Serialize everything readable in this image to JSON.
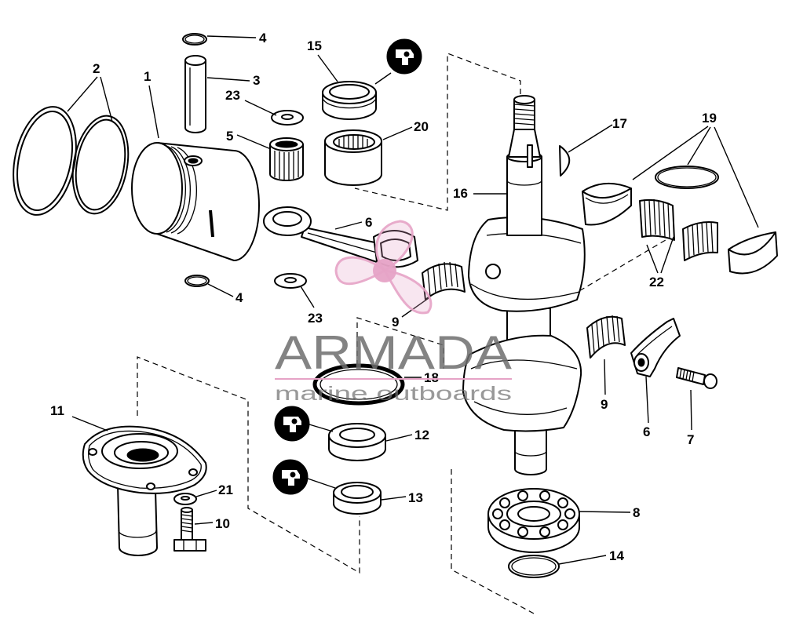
{
  "diagram": {
    "callouts": [
      "1",
      "2",
      "3",
      "4",
      "4",
      "5",
      "6",
      "6",
      "7",
      "8",
      "9",
      "9",
      "10",
      "11",
      "12",
      "13",
      "14",
      "15",
      "16",
      "17",
      "18",
      "19",
      "20",
      "21",
      "22",
      "23",
      "23"
    ]
  },
  "watermark": {
    "brand": "ARMADA",
    "tagline": "marine outboards"
  },
  "colors": {
    "ink": "#000000",
    "paper": "#ffffff",
    "watermark_text": "#6e6e6e",
    "watermark_accent": "#e6a3c6"
  }
}
